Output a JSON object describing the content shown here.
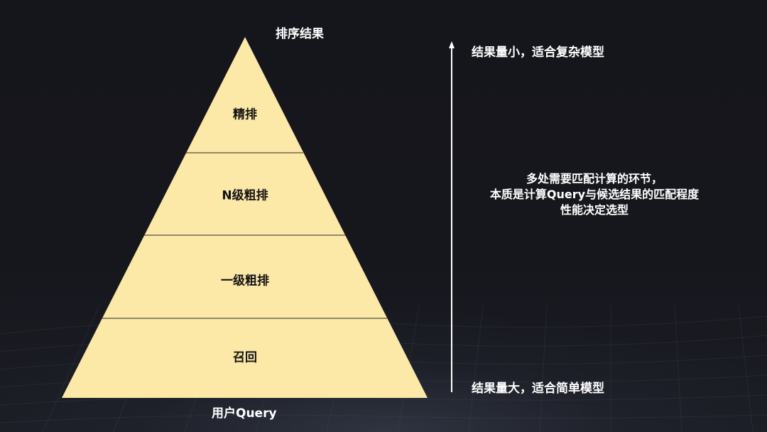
{
  "slide": {
    "top_label": "排序结果",
    "bottom_label": "用户Query",
    "layers": [
      {
        "label": "精排"
      },
      {
        "label": "N级粗排"
      },
      {
        "label": "一级粗排"
      },
      {
        "label": "召回"
      }
    ],
    "arrow_top_label": "结果量小，适合复杂模型",
    "arrow_bottom_label": "结果量大，适合简单模型",
    "note_lines": [
      "多处需要匹配计算的环节，",
      "本质是计算Query与候选结果的匹配程度",
      "性能决定选型"
    ],
    "colors": {
      "background": "#15161c",
      "pyramid_fill": "#fce8a7",
      "divider": "#2a2a2a",
      "text_dark": "#141414",
      "text_light": "#ffffff",
      "arrow": "#ffffff"
    }
  }
}
